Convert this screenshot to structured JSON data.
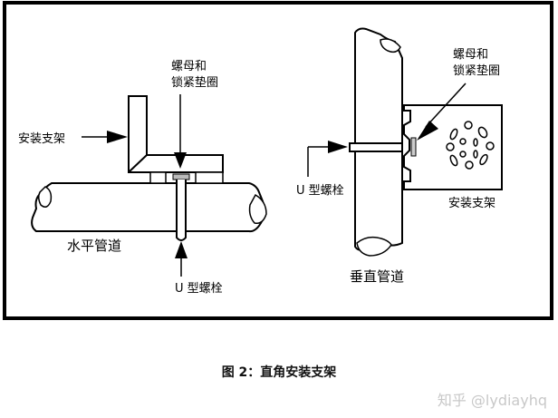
{
  "figure": {
    "caption": "图 2：直角安装支架",
    "watermark": "知乎 @lydiayhq",
    "left_diagram": {
      "pipe_label": "水平管道",
      "nut_label_line1": "螺母和",
      "nut_label_line2": "锁紧垫圈",
      "bracket_label": "安装支架",
      "bolt_label": "U 型螺栓"
    },
    "right_diagram": {
      "pipe_label": "垂直管道",
      "nut_label_line1": "螺母和",
      "nut_label_line2": "锁紧垫圈",
      "bracket_label": "安装支架",
      "bolt_label": "U 型螺栓"
    }
  }
}
